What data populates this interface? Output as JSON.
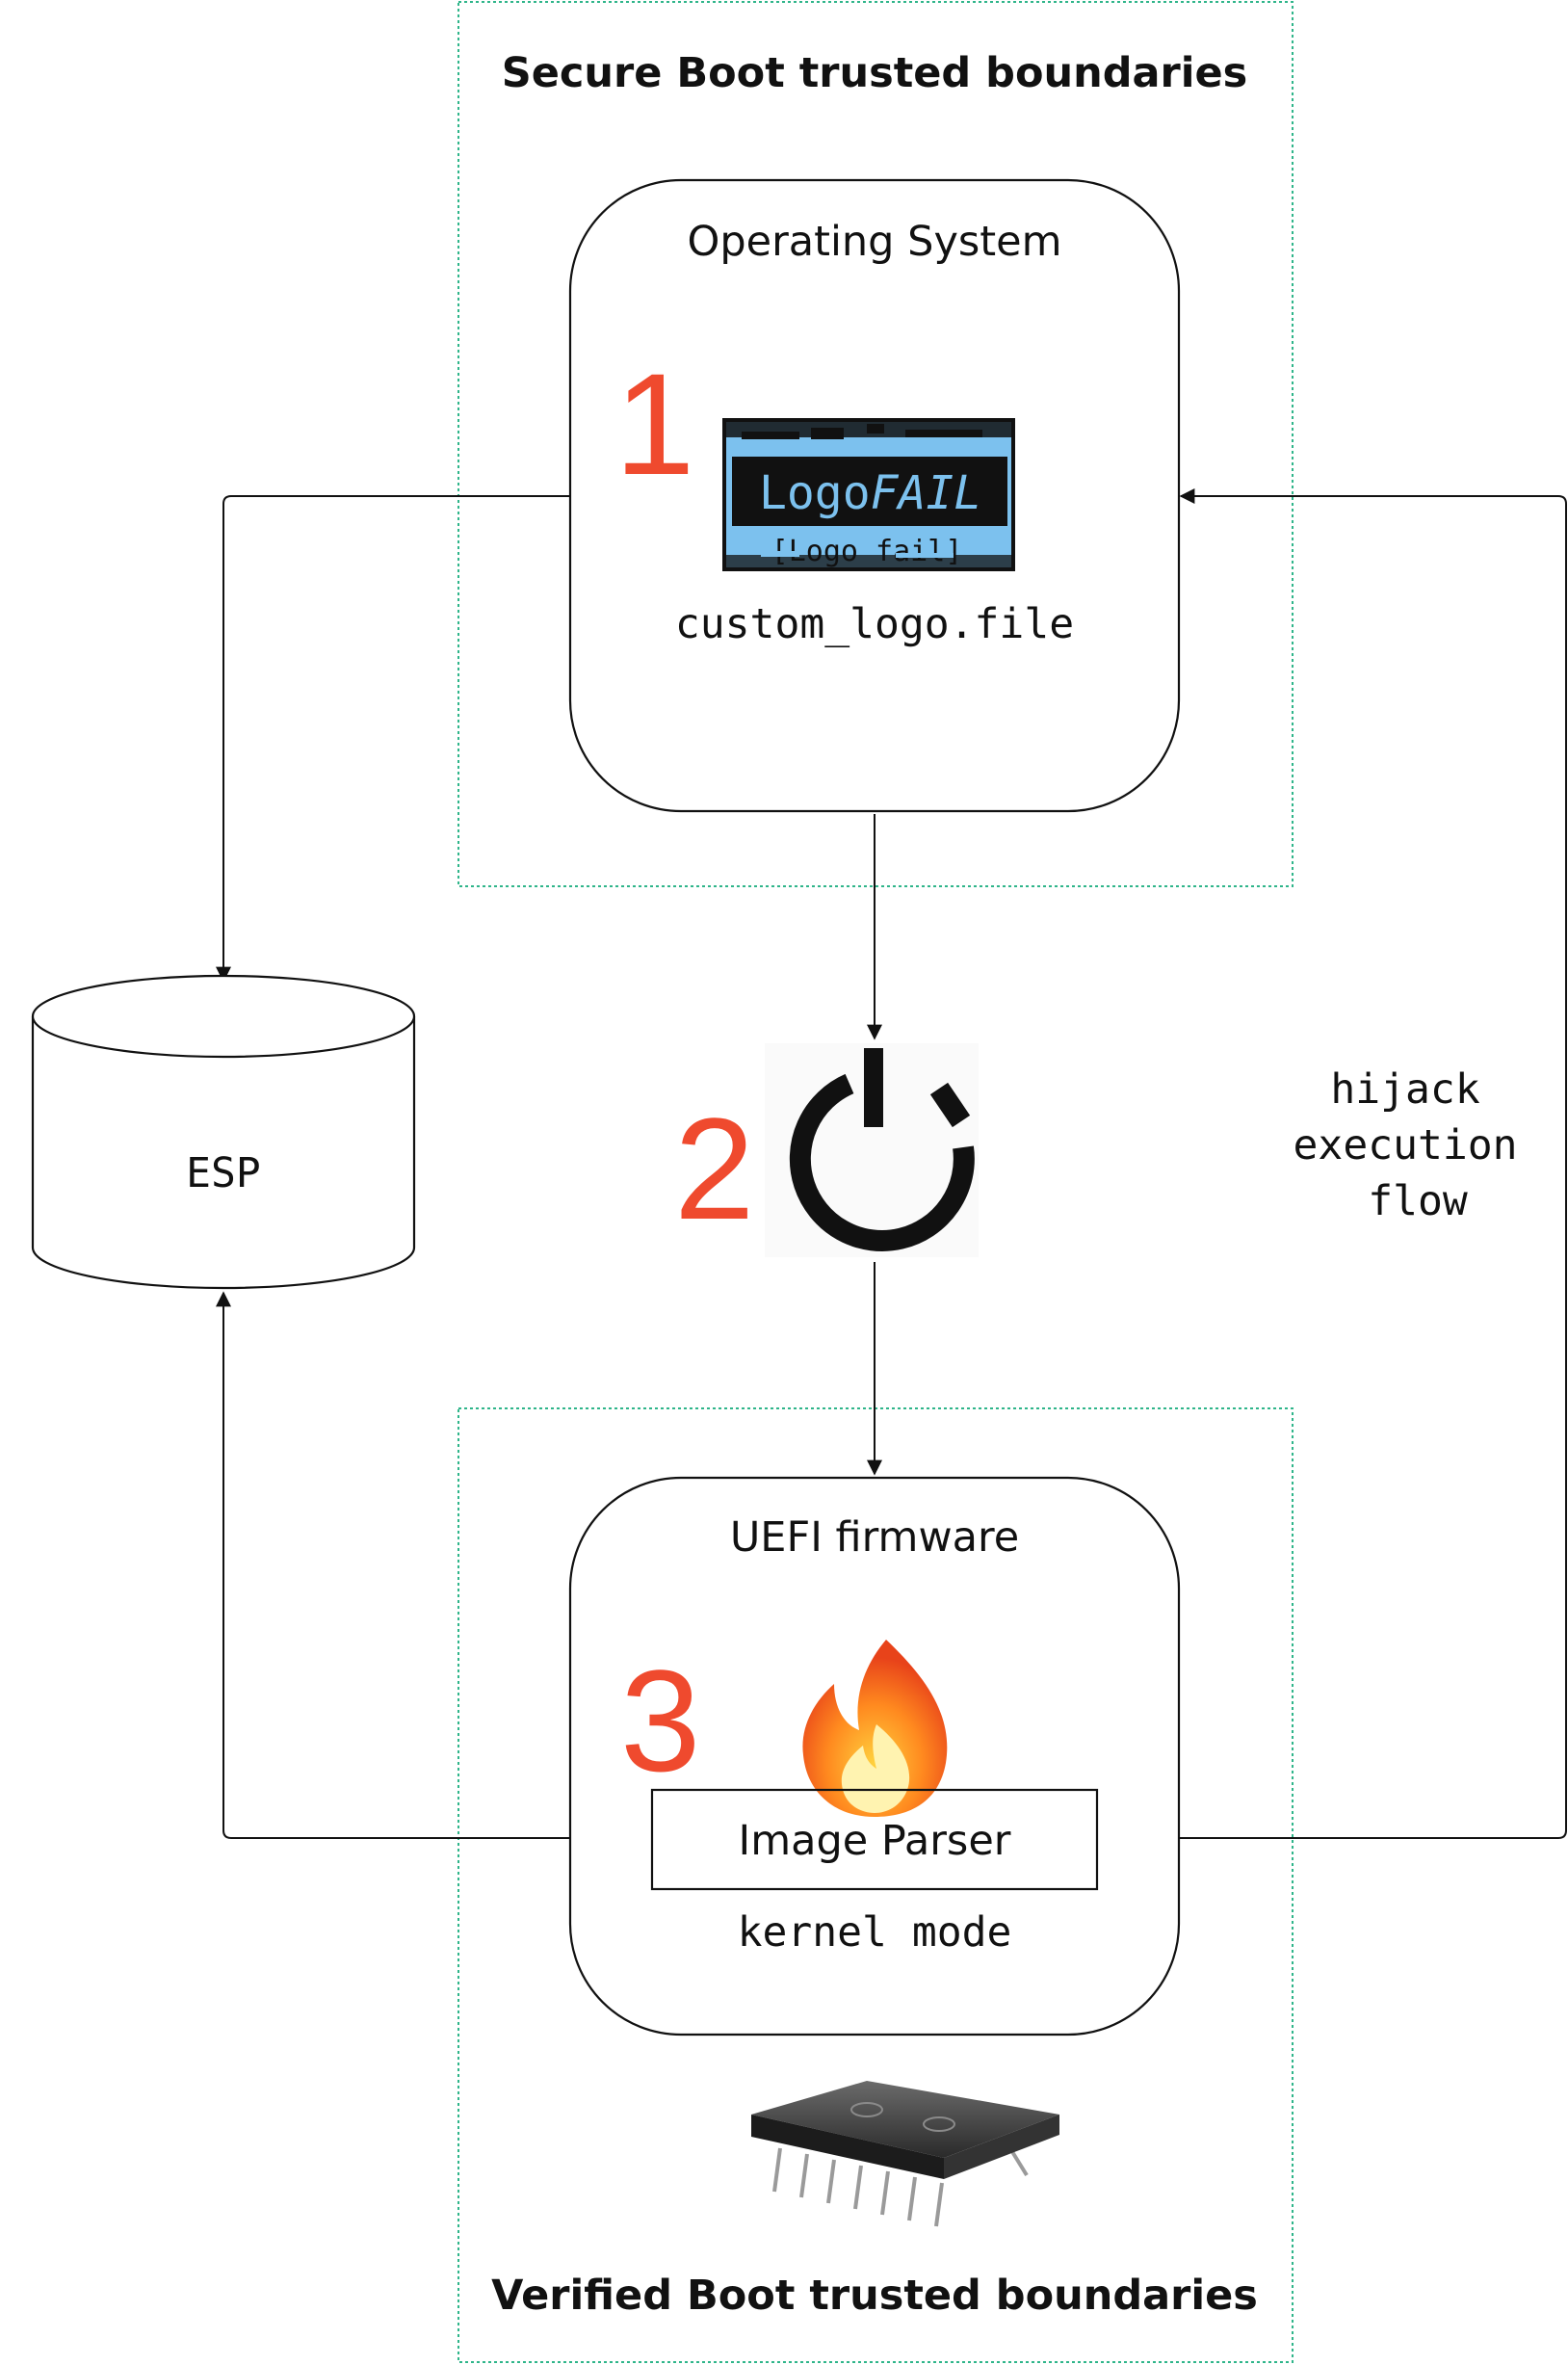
{
  "boundaries": {
    "secure_boot_title": "Secure Boot trusted boundaries",
    "verified_boot_title": "Verified Boot trusted boundaries"
  },
  "os_box": {
    "title": "Operating System",
    "file_name": "custom_logo.file",
    "logo": {
      "text_regular": "Logo",
      "text_italic": "FAIL",
      "glitch_text": "[Logo fail]"
    }
  },
  "esp": {
    "label": "ESP"
  },
  "uefi_box": {
    "title": "UEFI firmware",
    "parser_label": "Image Parser",
    "mode_label": "kernel mode"
  },
  "edge_label": {
    "lines": [
      "hijack",
      "execution",
      "flow"
    ]
  },
  "steps": [
    "1",
    "2",
    "3"
  ],
  "icons": [
    "logofail-logo-icon",
    "power-icon",
    "fire-icon",
    "chip-icon"
  ],
  "colors": {
    "step_number": "#ef4a2e",
    "boundary": "#2fb58a",
    "logo_background": "#7cc1ee",
    "logo_band": "#111111"
  }
}
